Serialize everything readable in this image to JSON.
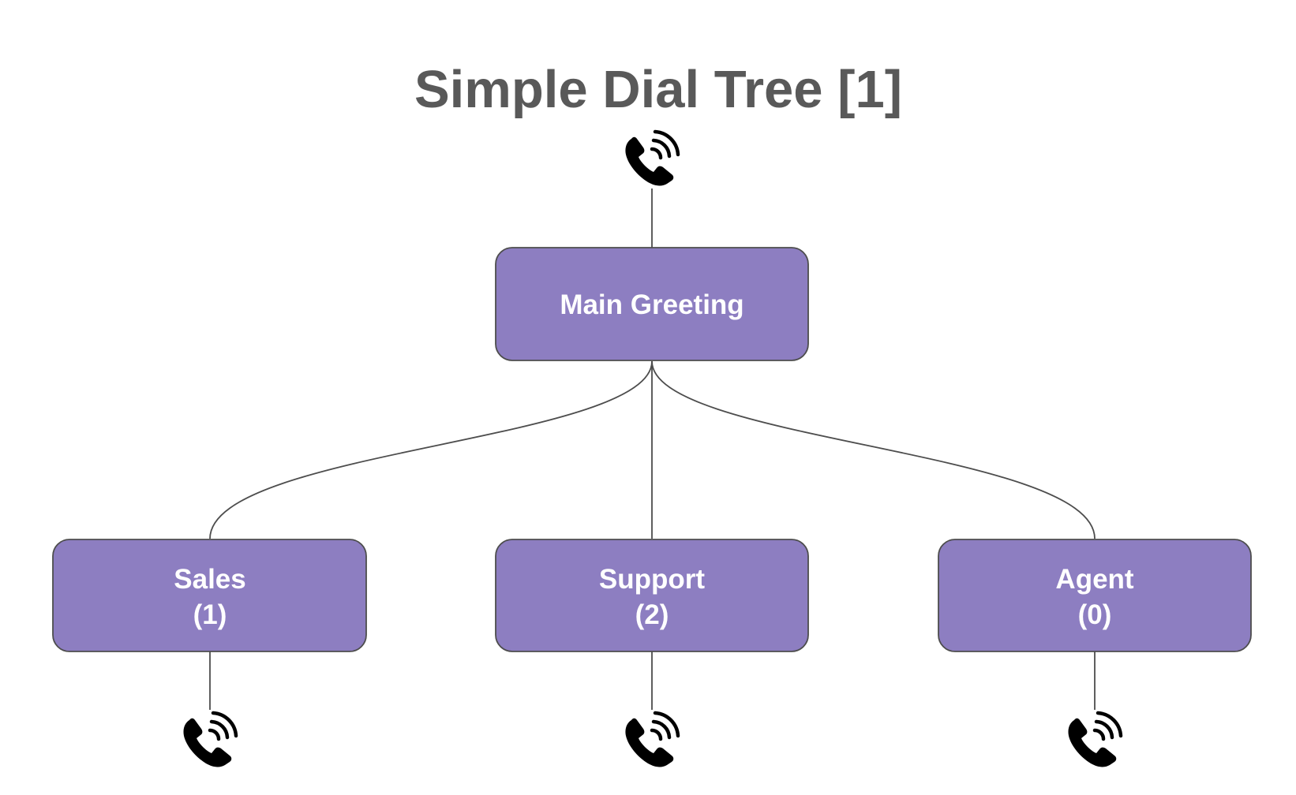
{
  "title": "Simple Dial Tree [1]",
  "colors": {
    "title": "#595959",
    "node_fill": "#8d7ec1",
    "node_stroke": "#4d4d4d",
    "node_text": "#ffffff",
    "edge": "#4d4d4d",
    "phone_icon": "#000000"
  },
  "nodes": {
    "root": {
      "label": "Main Greeting"
    },
    "sales": {
      "label": "Sales",
      "digit": "(1)"
    },
    "support": {
      "label": "Support",
      "digit": "(2)"
    },
    "agent": {
      "label": "Agent",
      "digit": "(0)"
    }
  },
  "icons": {
    "phone": "phone-ringing-icon"
  }
}
